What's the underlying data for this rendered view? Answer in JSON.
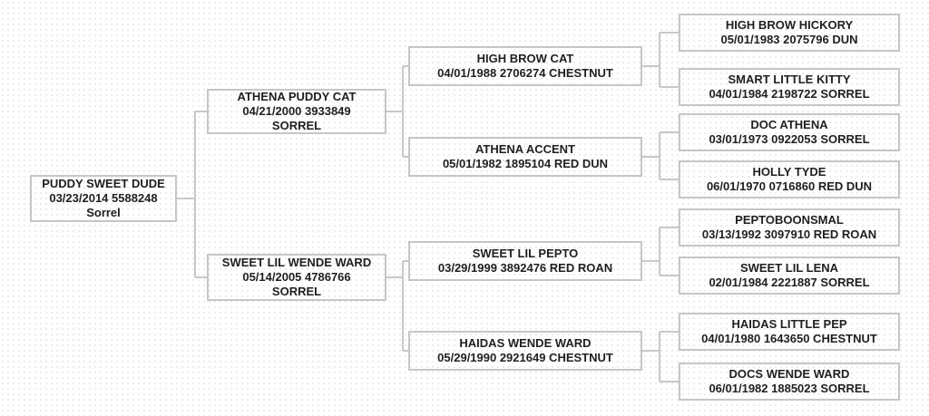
{
  "page": {
    "title": "Horse pedigree chart",
    "background_color": "#ffffff",
    "box_border_color": "#c6c6c6",
    "connector_color": "#c8c8c8",
    "text_color": "#1f1f1f"
  },
  "pedigree": {
    "root": {
      "name": "PUDDY SWEET DUDE",
      "info": "03/23/2014 5588248",
      "color": "Sorrel"
    },
    "gen2": [
      {
        "name": "ATHENA PUDDY CAT",
        "info": "04/21/2000 3933849",
        "color": "SORREL"
      },
      {
        "name": "SWEET LIL WENDE WARD",
        "info": "05/14/2005 4786766",
        "color": "SORREL"
      }
    ],
    "gen3": [
      {
        "name": "HIGH BROW CAT",
        "info": "04/01/1988 2706274 CHESTNUT"
      },
      {
        "name": "ATHENA ACCENT",
        "info": "05/01/1982 1895104 RED DUN"
      },
      {
        "name": "SWEET LIL PEPTO",
        "info": "03/29/1999 3892476 RED ROAN"
      },
      {
        "name": "HAIDAS WENDE WARD",
        "info": "05/29/1990 2921649 CHESTNUT"
      }
    ],
    "gen4": [
      {
        "name": "HIGH BROW HICKORY",
        "info": "05/01/1983 2075796 DUN"
      },
      {
        "name": "SMART LITTLE KITTY",
        "info": "04/01/1984 2198722 SORREL"
      },
      {
        "name": "DOC ATHENA",
        "info": "03/01/1973 0922053 SORREL"
      },
      {
        "name": "HOLLY TYDE",
        "info": "06/01/1970 0716860 RED DUN"
      },
      {
        "name": "PEPTOBOONSMAL",
        "info": "03/13/1992 3097910 RED ROAN"
      },
      {
        "name": "SWEET LIL LENA",
        "info": "02/01/1984 2221887 SORREL"
      },
      {
        "name": "HAIDAS LITTLE PEP",
        "info": "04/01/1980 1643650 CHESTNUT"
      },
      {
        "name": "DOCS WENDE WARD",
        "info": "06/01/1982 1885023 SORREL"
      }
    ]
  }
}
